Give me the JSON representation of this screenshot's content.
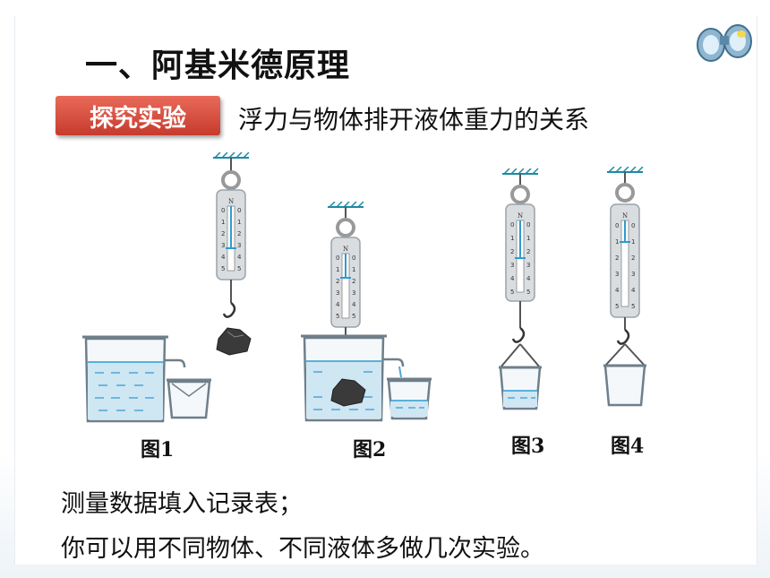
{
  "title": "一、阿基米德原理",
  "badge": "探究实验",
  "subtitle": "浮力与物体排开液体重力的关系",
  "figures": {
    "fig1": "图1",
    "fig2": "图2",
    "fig3": "图3",
    "fig4": "图4"
  },
  "scale": {
    "unit": "N",
    "left_ticks": [
      "0",
      "1",
      "2",
      "3",
      "4",
      "5"
    ],
    "right_ticks": [
      "0",
      "1",
      "2",
      "3",
      "4",
      "5"
    ]
  },
  "body": {
    "line1": "测量数据填入记录表；",
    "line2": "你可以用不同物体、不同液体多做几次实验。"
  },
  "colors": {
    "water": "#4fa7d8",
    "badge": "#d2473a",
    "glass": "#6f7f8a"
  }
}
